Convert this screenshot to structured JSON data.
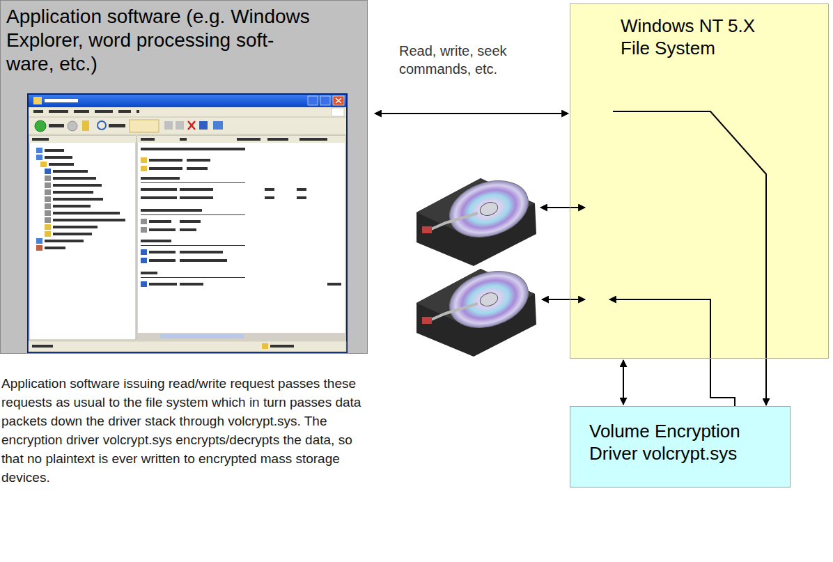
{
  "diagram": {
    "nodes": [
      {
        "text": [
          "Application software (e.g. Windows Explorer, word processing soft-ware, etc.)"
        ]
      },
      {
        "text": [
          "Windows NT 5.X File System"
        ]
      },
      {
        "text": [
          "Volume Encryption Driver volcrypt.sys"
        ]
      }
    ],
    "edges": [
      {
        "from": 0,
        "to": 1,
        "arrow": "both",
        "label": "Read, write, seek commands, etc."
      },
      {
        "from": 1,
        "to": 2,
        "arrow": "to"
      },
      {
        "from": 2,
        "to": 1,
        "arrow": "to"
      },
      {
        "from": 1,
        "to": 2,
        "arrow": "both"
      }
    ],
    "labels": [
      "Application software issuing read/write request passes these requests as usual to the file system which in turn passes data packets down the driver stack through volcrypt.sys. The encryption driver volcrypt.sys encrypts/decrypts the data, so that no plaintext is ever written to encrypted mass storage devices."
    ]
  }
}
